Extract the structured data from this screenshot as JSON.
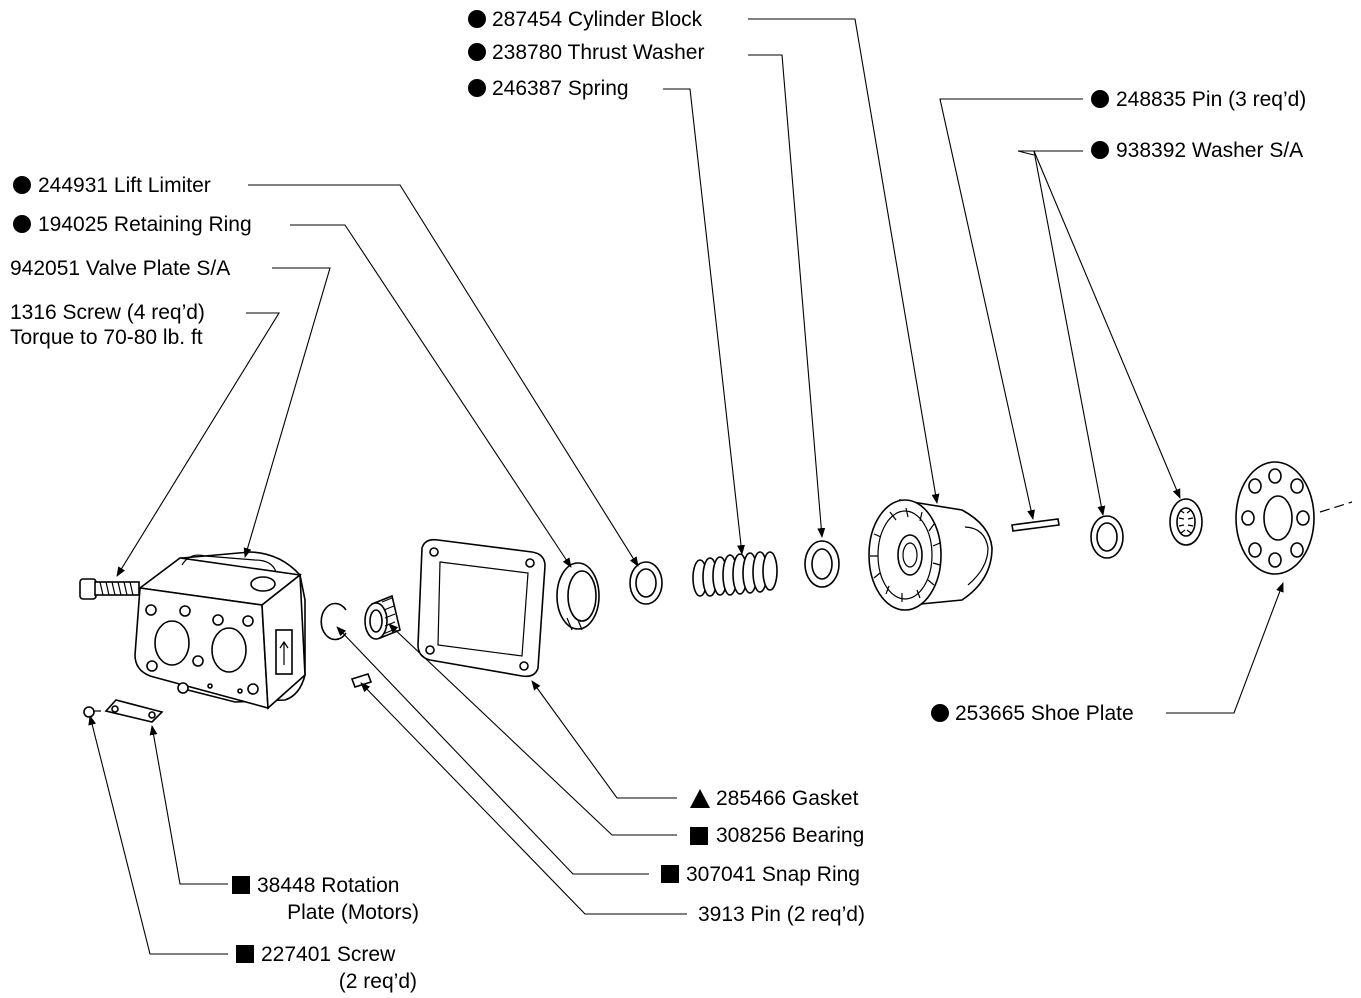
{
  "callouts": {
    "cylinder_block": {
      "marker": "circle",
      "text": "287454 Cylinder Block"
    },
    "thrust_washer": {
      "marker": "circle",
      "text": "238780 Thrust Washer"
    },
    "spring": {
      "marker": "circle",
      "text": "246387 Spring"
    },
    "pin_248835": {
      "marker": "circle",
      "text": "248835 Pin (3 req’d)"
    },
    "washer_sa": {
      "marker": "circle",
      "text": "938392 Washer S/A"
    },
    "lift_limiter": {
      "marker": "circle",
      "text": "244931 Lift Limiter"
    },
    "retaining_ring": {
      "marker": "circle",
      "text": "194025 Retaining Ring"
    },
    "valve_plate": {
      "marker": "none",
      "text": "942051 Valve Plate S/A"
    },
    "screw_1316": {
      "marker": "none",
      "text": "1316 Screw (4 req’d)",
      "text2": "Torque to 70-80 lb. ft"
    },
    "shoe_plate": {
      "marker": "circle",
      "text": "253665 Shoe Plate"
    },
    "gasket": {
      "marker": "triangle",
      "text": "285466 Gasket"
    },
    "bearing": {
      "marker": "square",
      "text": "308256 Bearing"
    },
    "snap_ring": {
      "marker": "square",
      "text": "307041 Snap Ring"
    },
    "pin_3913": {
      "marker": "none",
      "text": "3913 Pin (2 req’d)"
    },
    "rotation_plate": {
      "marker": "square",
      "text": "38448 Rotation",
      "text2": "Plate (Motors)"
    },
    "screw_227401": {
      "marker": "square",
      "text": "227401 Screw",
      "text2": "(2 req’d)"
    }
  }
}
